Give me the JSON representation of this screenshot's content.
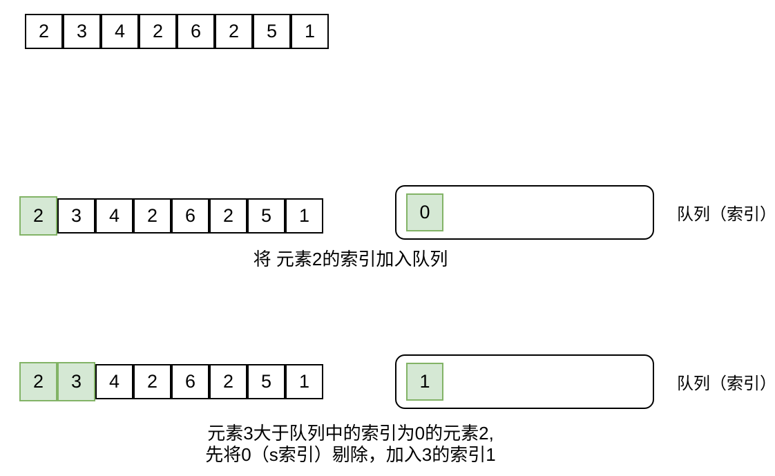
{
  "colors": {
    "highlight_fill": "#d5e8d4",
    "highlight_border": "#82b366",
    "cell_border": "#000000",
    "text": "#000000",
    "background": "#ffffff"
  },
  "steps": {
    "step0": {
      "array": [
        "2",
        "3",
        "4",
        "2",
        "6",
        "2",
        "5",
        "1"
      ]
    },
    "step1": {
      "array": [
        "2",
        "3",
        "4",
        "2",
        "6",
        "2",
        "5",
        "1"
      ],
      "highlighted_indices": [
        0
      ],
      "queue": {
        "cells": [
          "0"
        ],
        "label": "队列（索引）"
      },
      "caption": "将 元素2的索引加入队列"
    },
    "step2": {
      "array": [
        "2",
        "3",
        "4",
        "2",
        "6",
        "2",
        "5",
        "1"
      ],
      "highlighted_indices": [
        0,
        1
      ],
      "queue": {
        "cells": [
          "1"
        ],
        "label": "队列（索引）"
      },
      "caption_lines": [
        "元素3大于队列中的索引为0的元素2,",
        "先将0（s索引）剔除，加入3的索引1"
      ]
    }
  }
}
